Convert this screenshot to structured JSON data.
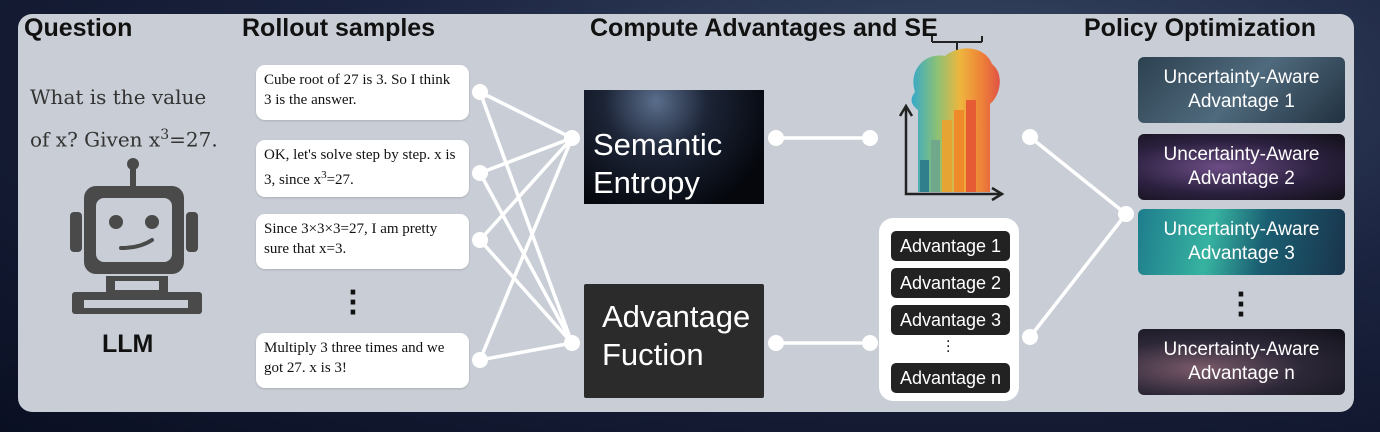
{
  "headings": {
    "question": "Question",
    "rollout": "Rollout samples",
    "compute": "Compute Advantages and SE",
    "policy": "Policy Optimization"
  },
  "question_text_html": "What is the value of x? Given x<sup>3</sup>=27.",
  "question": {
    "line1": "What is the value",
    "line2_prefix": "of x? Given x",
    "line2_sup": "3",
    "line2_suffix": "=27."
  },
  "llm_label": "LLM",
  "rollouts": [
    {
      "text": "Cube root of 27 is 3. So I think 3 is the answer."
    },
    {
      "text_prefix": "OK, let's solve step by step. x is 3, since x",
      "sup": "3",
      "text_suffix": "=27."
    },
    {
      "text": "Since 3×3×3=27, I am pretty sure that x=3."
    },
    {
      "text": "Multiply 3 three times and we got 27. x is 3!"
    }
  ],
  "semantic_entropy": {
    "line1": "Semantic",
    "line2": "Entropy"
  },
  "advantage_function": {
    "line1": "Advantage",
    "line2": "Fuction"
  },
  "advantages": [
    "Advantage 1",
    "Advantage 2",
    "Advantage 3",
    "Advantage n"
  ],
  "uncertainty_aware": [
    {
      "line1": "Uncertainty-Aware",
      "line2": "Advantage 1"
    },
    {
      "line1": "Uncertainty-Aware",
      "line2": "Advantage 2"
    },
    {
      "line1": "Uncertainty-Aware",
      "line2": "Advantage 3"
    },
    {
      "line1": "Uncertainty-Aware",
      "line2": "Advantage n"
    }
  ],
  "colors": {
    "panel": "#c9ced6",
    "dark_box": "#2b2b2b",
    "connector": "#ffffff",
    "robot": "#4a4a4a"
  }
}
